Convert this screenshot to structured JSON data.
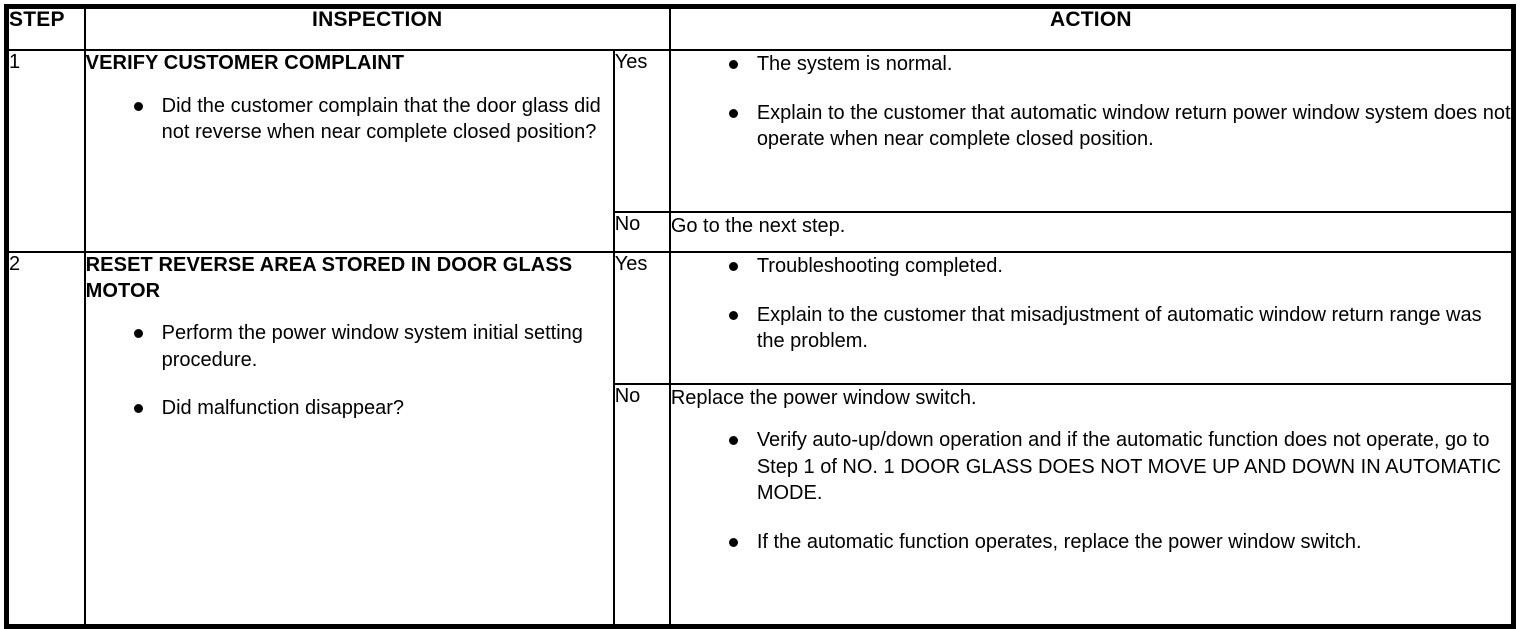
{
  "table": {
    "headers": {
      "step": "STEP",
      "inspection": "INSPECTION",
      "action": "ACTION"
    },
    "rows": [
      {
        "step": "1",
        "inspection": {
          "title": "VERIFY CUSTOMER COMPLAINT",
          "bullets": [
            "Did the customer complain that the door glass did not reverse when near complete closed position?"
          ]
        },
        "branches": [
          {
            "answer": "Yes",
            "lead": "",
            "bullets": [
              "The system is normal.",
              "Explain to the customer that automatic window return power window system does not operate when near complete closed position."
            ]
          },
          {
            "answer": "No",
            "lead": "Go to the next step.",
            "bullets": []
          }
        ]
      },
      {
        "step": "2",
        "inspection": {
          "title": "RESET REVERSE AREA STORED IN DOOR GLASS MOTOR",
          "bullets": [
            "Perform the power window system initial setting procedure.",
            "Did malfunction disappear?"
          ]
        },
        "branches": [
          {
            "answer": "Yes",
            "lead": "",
            "bullets": [
              "Troubleshooting completed.",
              "Explain to the customer that misadjustment of automatic window return range was the problem."
            ]
          },
          {
            "answer": "No",
            "lead": "Replace the power window switch.",
            "bullets": [
              "Verify auto-up/down operation and if the automatic function does not operate, go to Step 1 of NO. 1 DOOR GLASS DOES NOT MOVE UP AND DOWN IN AUTOMATIC MODE.",
              "If the automatic function operates, replace the power window switch."
            ]
          }
        ]
      }
    ]
  },
  "colors": {
    "border": "#000000",
    "text": "#000000",
    "background": "#ffffff"
  }
}
